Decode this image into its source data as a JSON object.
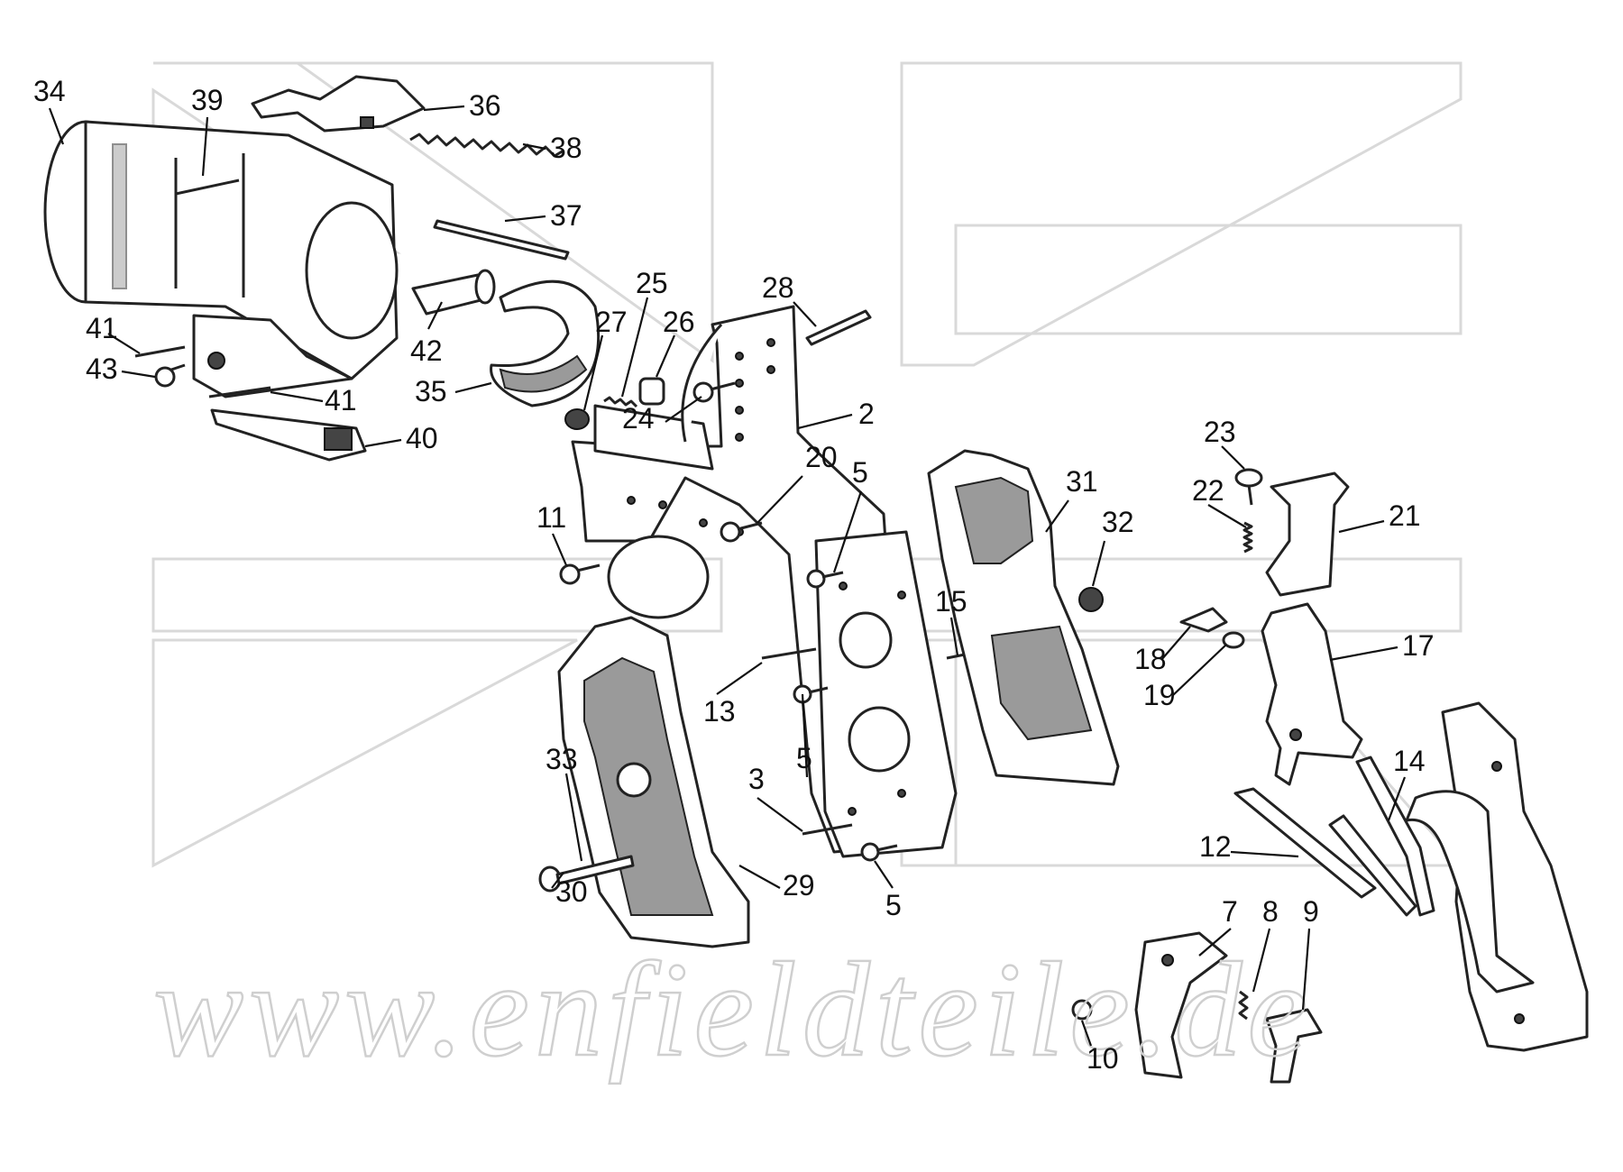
{
  "watermark": {
    "text": "www.enfieldteile.de"
  },
  "callouts": [
    {
      "id": "34",
      "label": "34"
    },
    {
      "id": "39",
      "label": "39"
    },
    {
      "id": "36",
      "label": "36"
    },
    {
      "id": "38",
      "label": "38"
    },
    {
      "id": "37",
      "label": "37"
    },
    {
      "id": "42",
      "label": "42"
    },
    {
      "id": "41a",
      "label": "41"
    },
    {
      "id": "43",
      "label": "43"
    },
    {
      "id": "41b",
      "label": "41"
    },
    {
      "id": "40",
      "label": "40"
    },
    {
      "id": "35",
      "label": "35"
    },
    {
      "id": "27",
      "label": "27"
    },
    {
      "id": "25",
      "label": "25"
    },
    {
      "id": "26",
      "label": "26"
    },
    {
      "id": "28",
      "label": "28"
    },
    {
      "id": "24",
      "label": "24"
    },
    {
      "id": "2",
      "label": "2"
    },
    {
      "id": "20",
      "label": "20"
    },
    {
      "id": "5a",
      "label": "5"
    },
    {
      "id": "11",
      "label": "11"
    },
    {
      "id": "31",
      "label": "31"
    },
    {
      "id": "32",
      "label": "32"
    },
    {
      "id": "23",
      "label": "23"
    },
    {
      "id": "22",
      "label": "22"
    },
    {
      "id": "21",
      "label": "21"
    },
    {
      "id": "15",
      "label": "15"
    },
    {
      "id": "18",
      "label": "18"
    },
    {
      "id": "19",
      "label": "19"
    },
    {
      "id": "17",
      "label": "17"
    },
    {
      "id": "13",
      "label": "13"
    },
    {
      "id": "33",
      "label": "33"
    },
    {
      "id": "5b",
      "label": "5"
    },
    {
      "id": "3",
      "label": "3"
    },
    {
      "id": "30",
      "label": "30"
    },
    {
      "id": "29",
      "label": "29"
    },
    {
      "id": "5c",
      "label": "5"
    },
    {
      "id": "14",
      "label": "14"
    },
    {
      "id": "12",
      "label": "12"
    },
    {
      "id": "7",
      "label": "7"
    },
    {
      "id": "8",
      "label": "8"
    },
    {
      "id": "9",
      "label": "9"
    },
    {
      "id": "10",
      "label": "10"
    }
  ]
}
